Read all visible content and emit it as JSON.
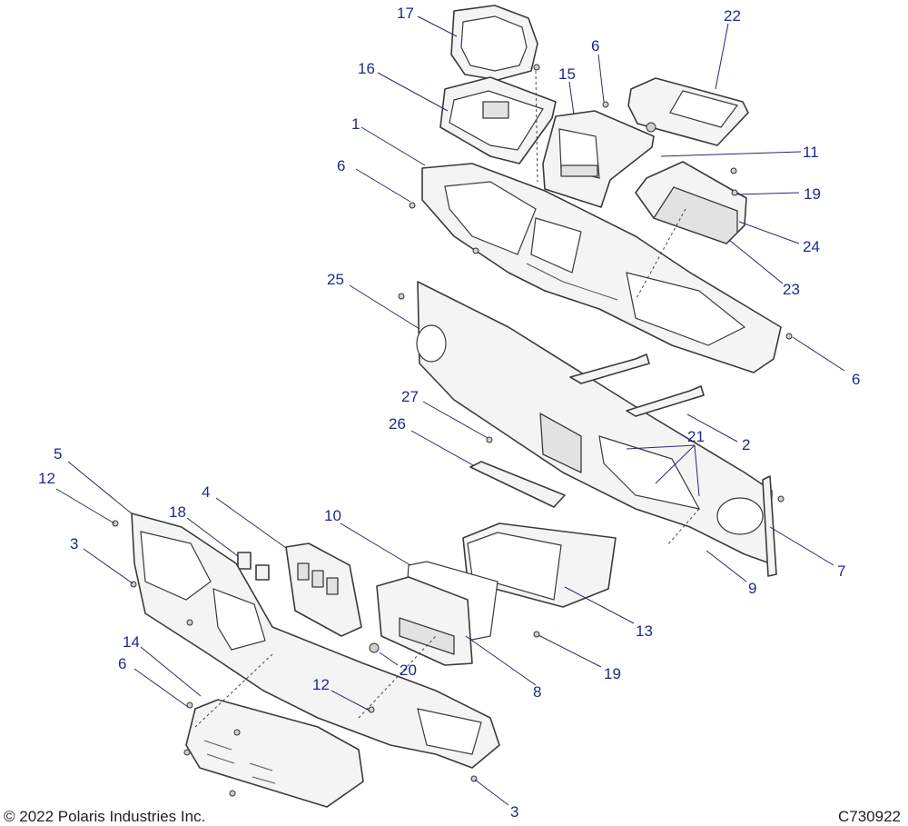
{
  "callouts": [
    "17",
    "22",
    "6",
    "16",
    "15",
    "1",
    "11",
    "6",
    "19",
    "24",
    "23",
    "25",
    "6",
    "27",
    "2",
    "26",
    "21",
    "5",
    "12",
    "18",
    "4",
    "10",
    "3",
    "7",
    "9",
    "13",
    "14",
    "6",
    "20",
    "19",
    "12",
    "8",
    "3"
  ],
  "footer": {
    "copyright": "© 2022 Polaris Industries Inc.",
    "drawing_number": "C730922"
  }
}
